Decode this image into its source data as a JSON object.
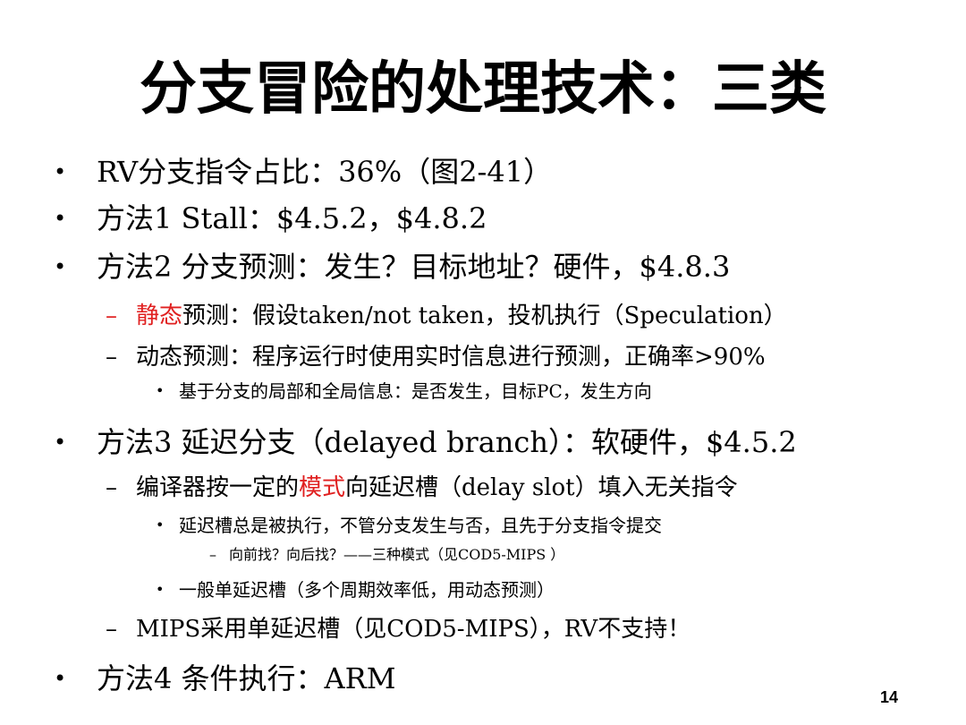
{
  "slide": {
    "title": "分支冒险的处理技术：三类",
    "page_number": "14",
    "items": {
      "rv_ratio": "RV分支指令占比：36%（图2-41）",
      "method1": "方法1 Stall：$4.5.2，$4.8.2",
      "method2": "方法2 分支预测：发生？目标地址？硬件，$4.8.3",
      "static_red": "静态",
      "static_rest": "预测：假设taken/not taken，投机执行（Speculation）",
      "dynamic": "动态预测：程序运行时使用实时信息进行预测，正确率>90%",
      "dynamic_detail": "基于分支的局部和全局信息：是否发生，目标PC，发生方向",
      "method3": "方法3 延迟分支（delayed branch）：软硬件，$4.5.2",
      "compiler_pre": "编译器按一定的",
      "compiler_red": "模式",
      "compiler_post": "向延迟槽（delay slot）填入无关指令",
      "delay_always": "延迟槽总是被执行，不管分支发生与否，且先于分支指令提交",
      "search_modes": "向前找？向后找？——三种模式（见COD5-MIPS ）",
      "single_slot": "一般单延迟槽（多个周期效率低，用动态预测）",
      "mips": "MIPS采用单延迟槽（见COD5-MIPS），RV不支持！",
      "method4": "方法4 条件执行：ARM"
    },
    "markers": {
      "bullet": "•",
      "dash": "–"
    },
    "colors": {
      "highlight": "#e02020",
      "text": "#000000",
      "background": "#ffffff"
    }
  }
}
